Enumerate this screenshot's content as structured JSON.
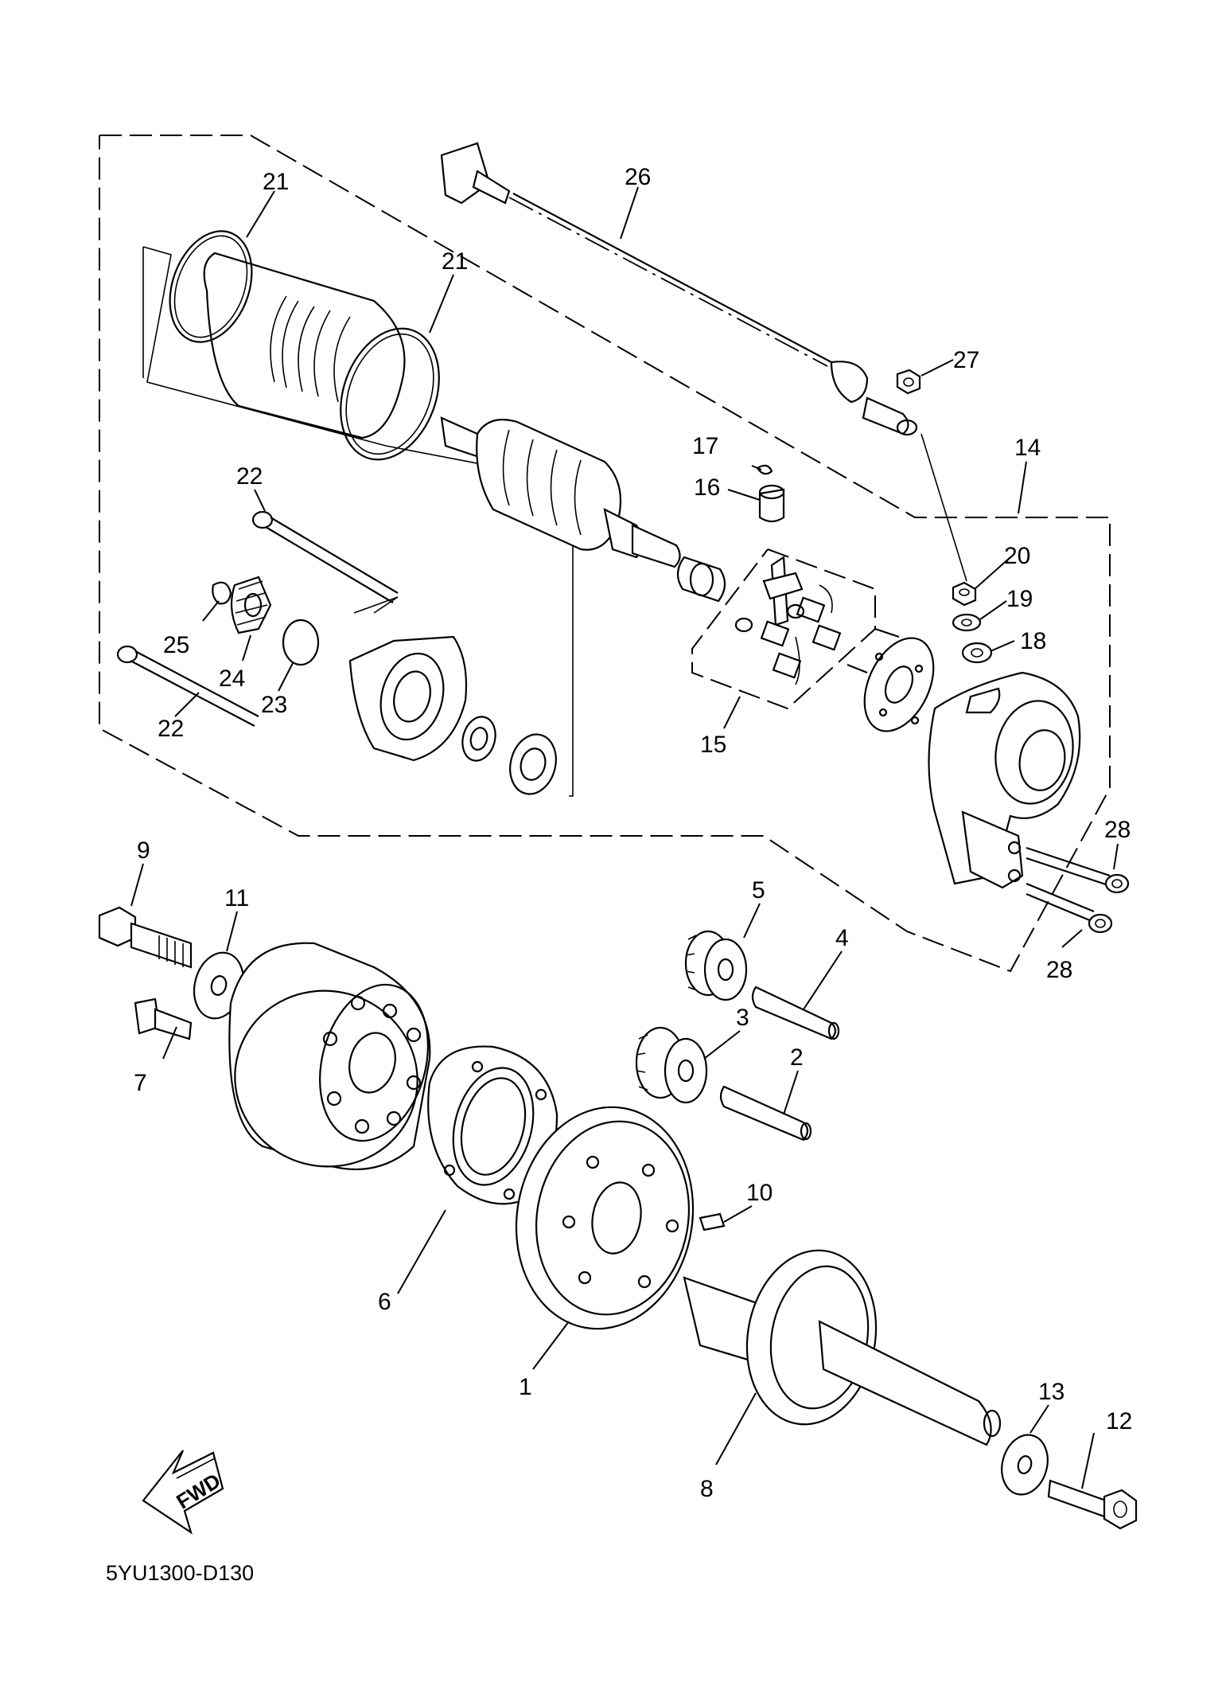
{
  "diagram_code": "5YU1300-D130",
  "fwd_label": "FWD",
  "callouts": {
    "c1": "1",
    "c2": "2",
    "c3": "3",
    "c4": "4",
    "c5": "5",
    "c6": "6",
    "c7": "7",
    "c8": "8",
    "c9": "9",
    "c10": "10",
    "c11": "11",
    "c12": "12",
    "c13": "13",
    "c14": "14",
    "c15": "15",
    "c16": "16",
    "c17": "17",
    "c18": "18",
    "c19": "19",
    "c20": "20",
    "c21a": "21",
    "c21b": "21",
    "c22a": "22",
    "c22b": "22",
    "c23": "23",
    "c24": "24",
    "c25": "25",
    "c26": "26",
    "c27": "27",
    "c28a": "28",
    "c28b": "28"
  }
}
